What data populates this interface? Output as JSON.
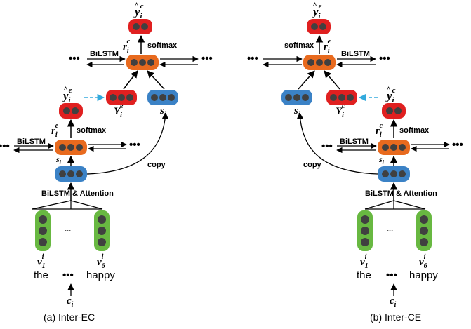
{
  "colors": {
    "emotion_box": "#e02020",
    "cause_box": "#e86a1e",
    "feature_box": "#3b82c6",
    "input_box": "#68b841",
    "dot": "#404040",
    "dashed_arrow": "#33aadd"
  },
  "common": {
    "bilstm": "BiLSTM",
    "softmax": "softmax",
    "copy": "copy",
    "bilstm_attention": "BiLSTM & Attention",
    "ellipsis": "•••",
    "row_ellipsis": "...",
    "word_first": "the",
    "word_last": "happy",
    "clause_label": "c",
    "clause_sub": "i",
    "s_label": "s",
    "s_sub": "i",
    "v_label": "v",
    "v_sup": "i",
    "v_first_sub": "1",
    "v_last_sub": "6",
    "y_label": "y",
    "y_sub": "i",
    "r_label": "r",
    "r_sub": "i",
    "Y_label": "Y",
    "Y_sub": "i",
    "sup_e": "e",
    "sup_c": "c"
  },
  "left_panel": {
    "caption": "(a) Inter-EC"
  },
  "right_panel": {
    "caption": "(b) Inter-CE"
  }
}
